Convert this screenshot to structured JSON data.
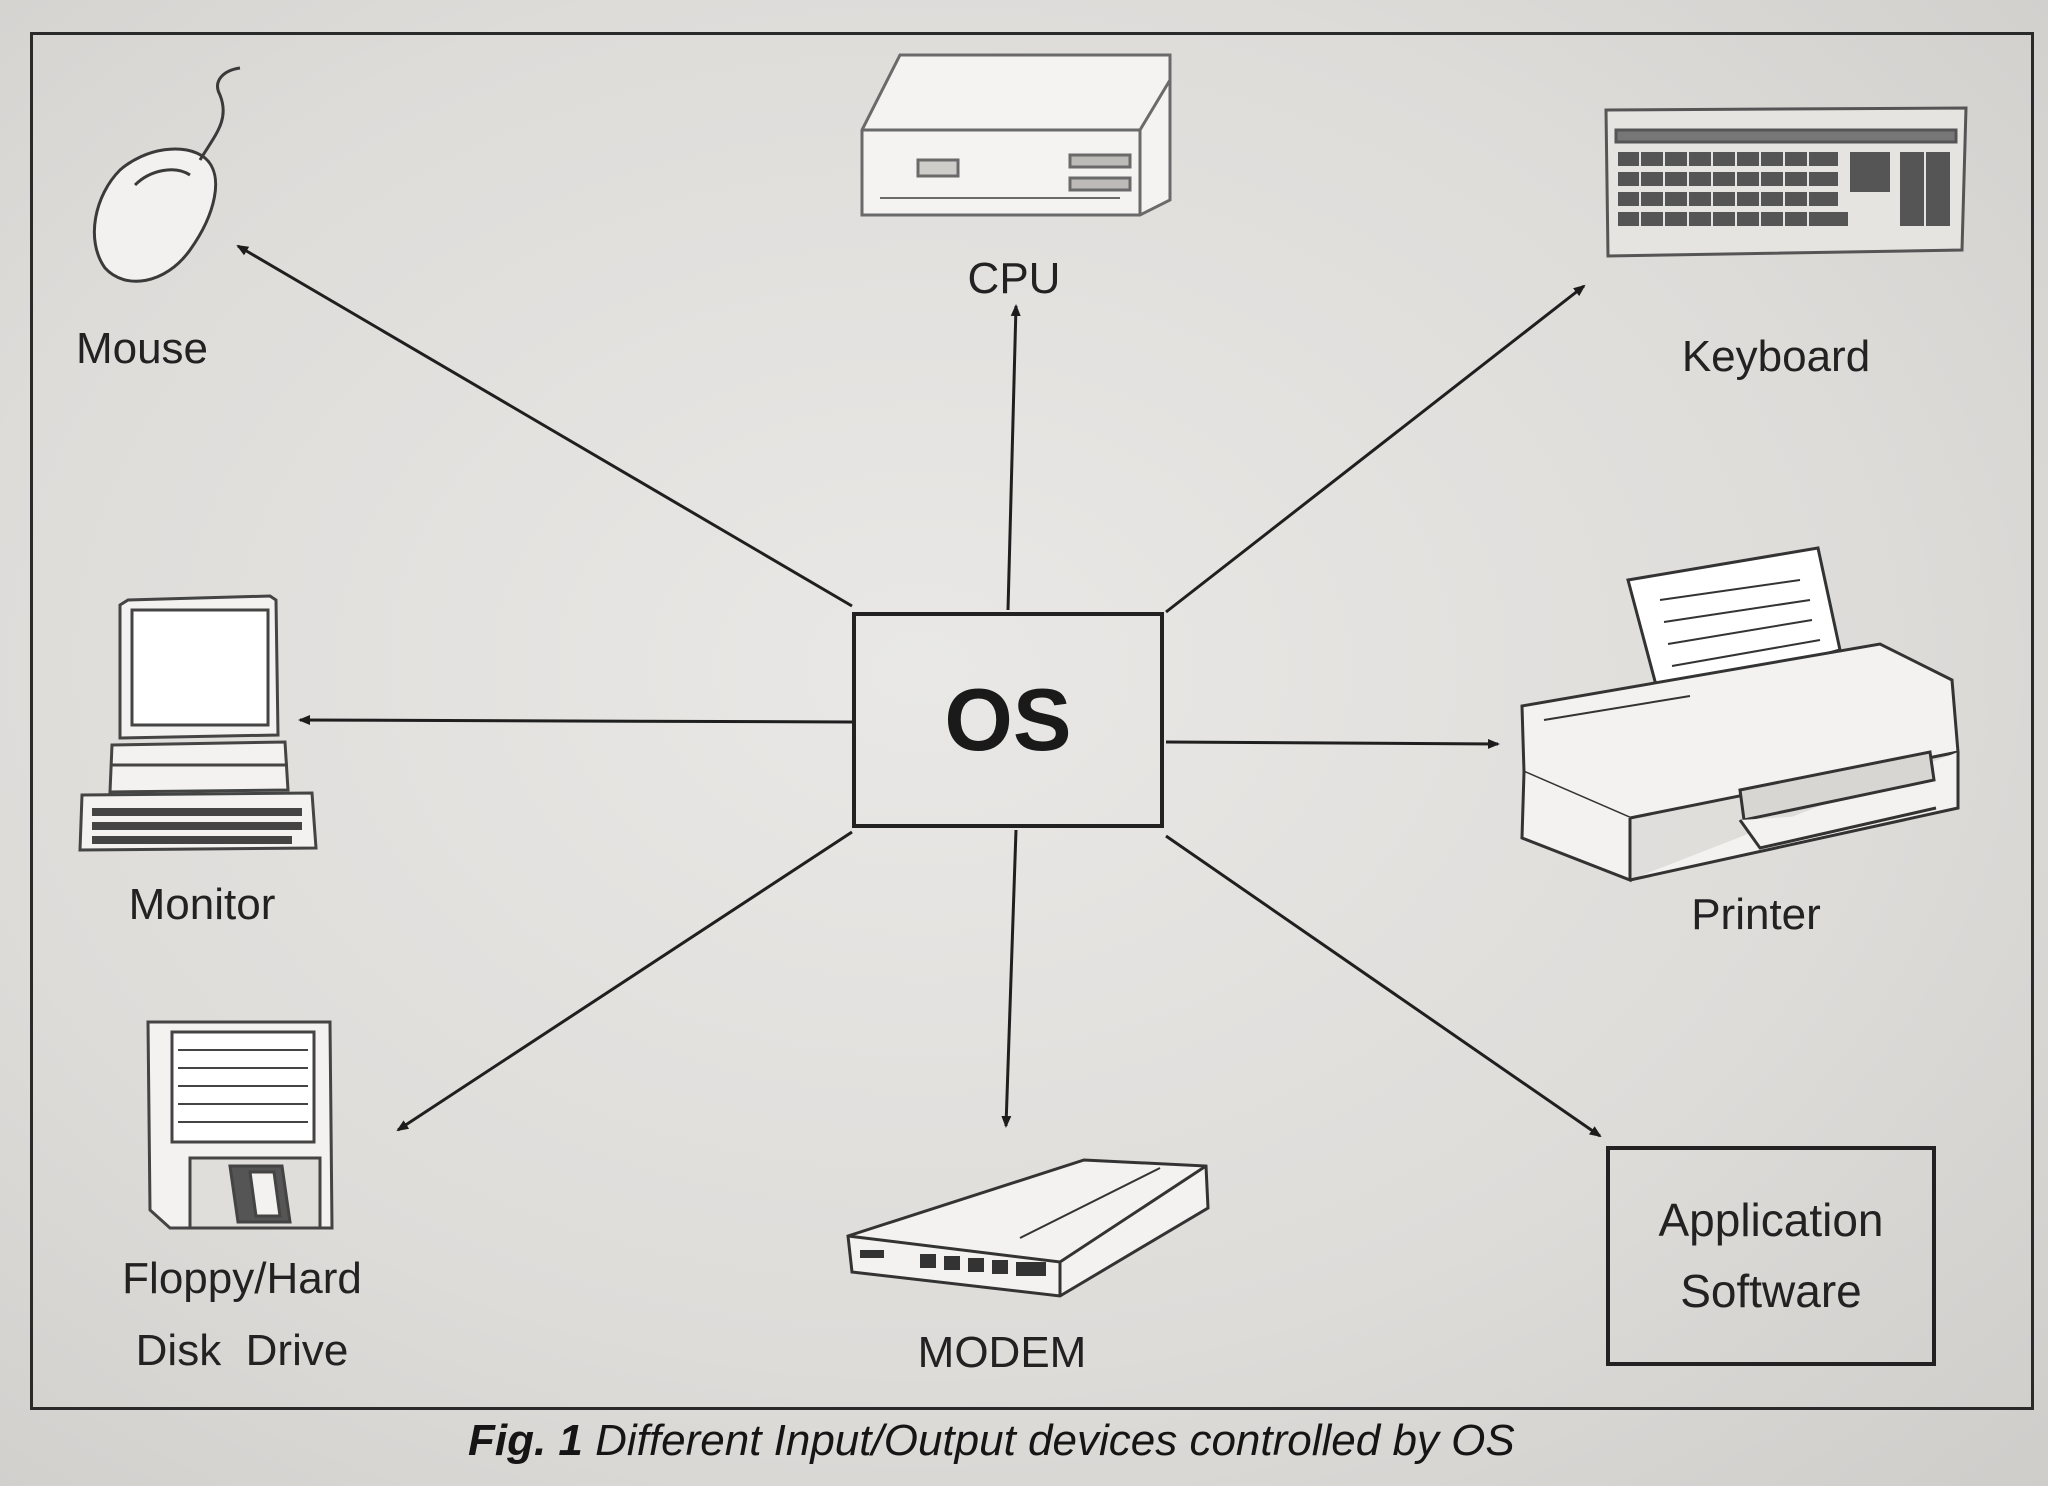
{
  "center": {
    "label": "OS"
  },
  "devices": {
    "mouse": "Mouse",
    "cpu": "CPU",
    "keyboard": "Keyboard",
    "monitor": "Monitor",
    "printer": "Printer",
    "disk_line1": "Floppy/Hard",
    "disk_line2": "Disk  Drive",
    "modem": "MODEM"
  },
  "application_box": {
    "line1": "Application",
    "line2": "Software"
  },
  "caption": {
    "prefix": "Fig. 1",
    "text": " Different Input/Output devices controlled by OS"
  },
  "icons": [
    "mouse-icon",
    "cpu-icon",
    "keyboard-icon",
    "monitor-icon",
    "printer-icon",
    "floppy-disk-icon",
    "modem-icon"
  ]
}
